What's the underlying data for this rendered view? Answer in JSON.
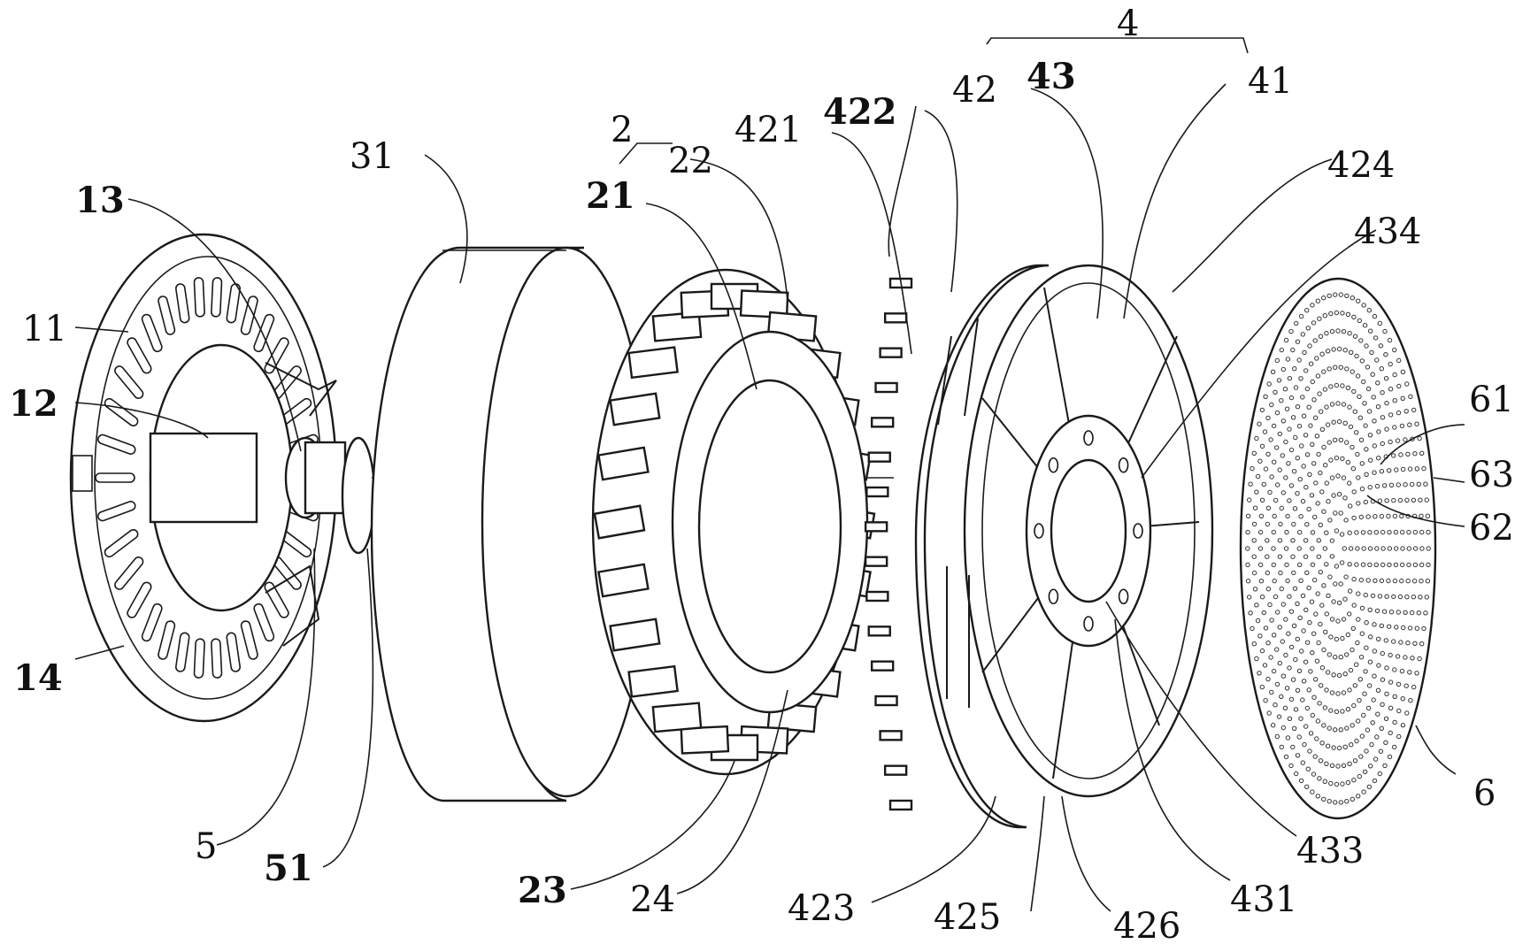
{
  "figure": {
    "labels": {
      "l4": "4",
      "l42": "42",
      "l43": "43",
      "l41": "41",
      "l2": "2",
      "l22": "22",
      "l21": "21",
      "l421": "421",
      "l422": "422",
      "l424": "424",
      "l434": "434",
      "l31": "31",
      "l13": "13",
      "l11": "11",
      "l12": "12",
      "l14": "14",
      "l61": "61",
      "l63": "63",
      "l62": "62",
      "l6": "6",
      "l5": "5",
      "l51": "51",
      "l23": "23",
      "l24": "24",
      "l423": "423",
      "l425": "425",
      "l426": "426",
      "l431": "431",
      "l433": "433"
    }
  }
}
